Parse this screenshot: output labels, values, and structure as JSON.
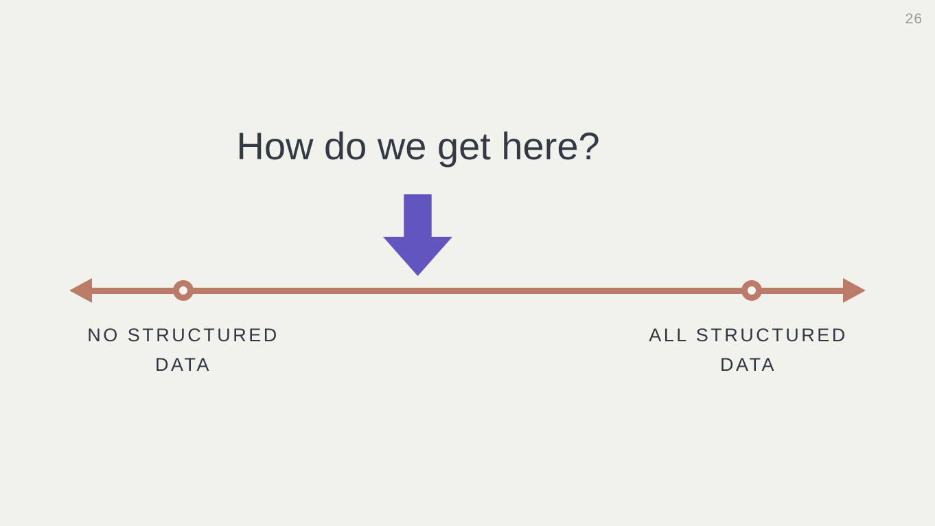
{
  "slide": {
    "page_number": "26",
    "title": "How do we get here?"
  },
  "spectrum": {
    "left_label": "NO STRUCTURED\nDATA",
    "right_label": "ALL STRUCTURED\nDATA"
  },
  "icons": {
    "down_arrow": "down-arrow",
    "left_arrowhead": "arrow-left",
    "right_arrowhead": "arrow-right",
    "left_marker": "ring-marker",
    "right_marker": "ring-marker"
  },
  "colors": {
    "background": "#f1f2eb",
    "title_text": "#333a45",
    "label_text": "#2f3643",
    "accent_purple": "#6355c0",
    "spectrum_line": "#bc7b68",
    "page_number": "#9b9b98"
  }
}
